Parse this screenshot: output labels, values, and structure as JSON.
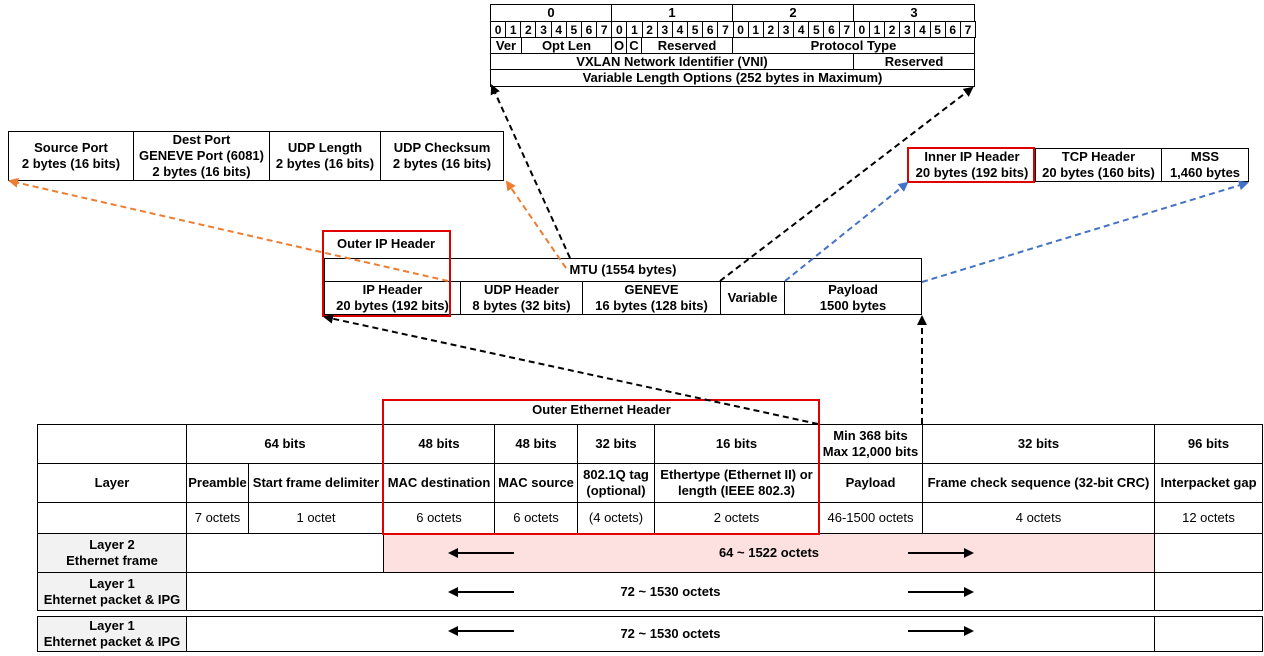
{
  "vxlan": {
    "bytes": [
      "0",
      "1",
      "2",
      "3"
    ],
    "bits": [
      "0",
      "1",
      "2",
      "3",
      "4",
      "5",
      "6",
      "7"
    ],
    "row1": {
      "ver": "Ver",
      "opt_len": "Opt Len",
      "o": "O",
      "c": "C",
      "reserved": "Reserved",
      "protocol_type": "Protocol Type"
    },
    "row2": {
      "vni": "VXLAN Network Identifier (VNI)",
      "reserved": "Reserved"
    },
    "row3": {
      "options": "Variable Length Options (252 bytes in Maximum)"
    }
  },
  "udp": {
    "source_port": "Source Port\n2 bytes (16 bits)",
    "dest_port": "Dest Port\nGENEVE Port (6081)\n2 bytes (16 bits)",
    "length": "UDP Length\n2 bytes (16 bits)",
    "checksum": "UDP Checksum\n2 bytes (16 bits)"
  },
  "inner": {
    "ip_header": "Inner IP Header\n20 bytes (192 bits)",
    "tcp_header": "TCP Header\n20 bytes (160 bits)",
    "mss": "MSS\n1,460 bytes"
  },
  "mtu": {
    "outer_ip_label": "Outer IP Header",
    "title": "MTU (1554 bytes)",
    "ip_header": "IP Header\n20 bytes (192 bits)",
    "udp_header": "UDP Header\n8 bytes (32 bits)",
    "geneve": "GENEVE\n16 bytes (128 bits)",
    "variable": "Variable",
    "payload": "Payload\n1500 bytes"
  },
  "eth": {
    "outer_label": "Outer Ethernet Header",
    "bits": {
      "preamble_sfd": "64 bits",
      "mac_dst": "48 bits",
      "mac_src": "48 bits",
      "tag": "32 bits",
      "ethertype": "16 bits",
      "payload": "Min 368 bits\nMax 12,000 bits",
      "fcs": "32 bits",
      "ipg": "96 bits"
    },
    "names": {
      "layer": "Layer",
      "preamble": "Preamble",
      "sfd": "Start frame delimiter",
      "mac_dst": "MAC destination",
      "mac_src": "MAC source",
      "tag": "802.1Q tag\n(optional)",
      "ethertype": "Ethertype (Ethernet II) or\nlength (IEEE 802.3)",
      "payload": "Payload",
      "fcs": "Frame check sequence (32-bit CRC)",
      "ipg": "Interpacket gap"
    },
    "octets": {
      "preamble": "7 octets",
      "sfd": "1 octet",
      "mac_dst": "6 octets",
      "mac_src": "6 octets",
      "tag": "(4 octets)",
      "ethertype": "2 octets",
      "payload": "46-1500 octets",
      "fcs": "4 octets",
      "ipg": "12 octets"
    },
    "rows": [
      {
        "label": "Layer 2\nEthernet frame",
        "span": "64 ~ 1522 octets"
      },
      {
        "label": "Layer 1\nEhternet packet & IPG",
        "span": "72 ~ 1530 octets"
      },
      {
        "label": "Layer 1\nEhternet packet & IPG",
        "span": "72 ~ 1530 octets"
      }
    ]
  },
  "colors": {
    "highlight_red": "#e00000",
    "orange_arrow": "#ed7d31",
    "blue_arrow": "#4472c4",
    "frame_fill": "#fde0e0",
    "row_label_fill": "#f2f2f2"
  }
}
